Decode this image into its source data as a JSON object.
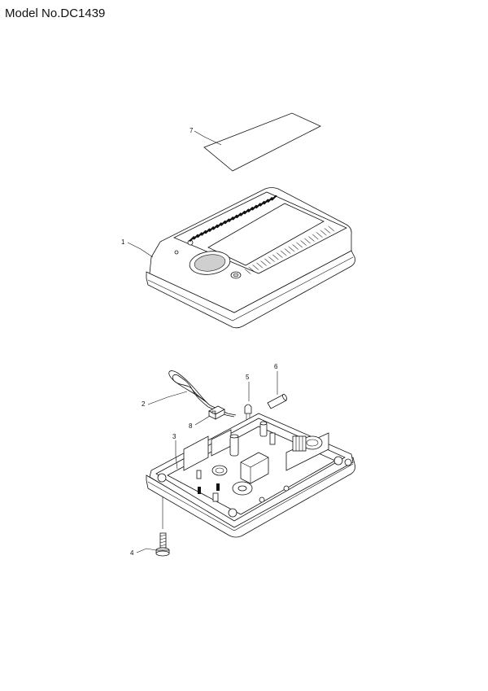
{
  "header": {
    "model": "Model No.DC1439"
  },
  "callouts": {
    "c1": "1",
    "c2": "2",
    "c3": "3",
    "c4": "4",
    "c5": "5",
    "c6": "6",
    "c7": "7",
    "c8": "8"
  },
  "colors": {
    "ink": "#111111",
    "background": "#ffffff"
  }
}
